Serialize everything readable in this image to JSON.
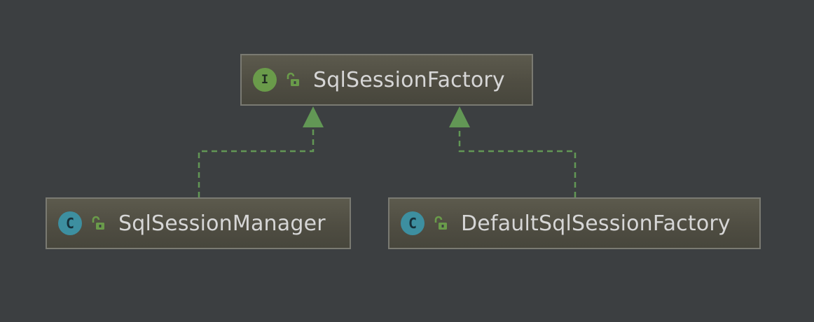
{
  "colors": {
    "background": "#3c3f41",
    "edge": "#629755",
    "node_border": "#7a7a72",
    "text": "#d6d6d6",
    "interface_badge": "#6a9b4a",
    "class_badge": "#3d8fa0"
  },
  "nodes": {
    "root": {
      "name": "SqlSessionFactory",
      "kind": "interface",
      "badge": "I",
      "visibility_icon": "open-lock-icon"
    },
    "left": {
      "name": "SqlSessionManager",
      "kind": "class",
      "badge": "C",
      "visibility_icon": "open-lock-icon"
    },
    "right": {
      "name": "DefaultSqlSessionFactory",
      "kind": "class",
      "badge": "C",
      "visibility_icon": "open-lock-icon"
    }
  },
  "edges": [
    {
      "from": "SqlSessionManager",
      "to": "SqlSessionFactory",
      "relation": "implements",
      "style": "dashed"
    },
    {
      "from": "DefaultSqlSessionFactory",
      "to": "SqlSessionFactory",
      "relation": "implements",
      "style": "dashed"
    }
  ]
}
